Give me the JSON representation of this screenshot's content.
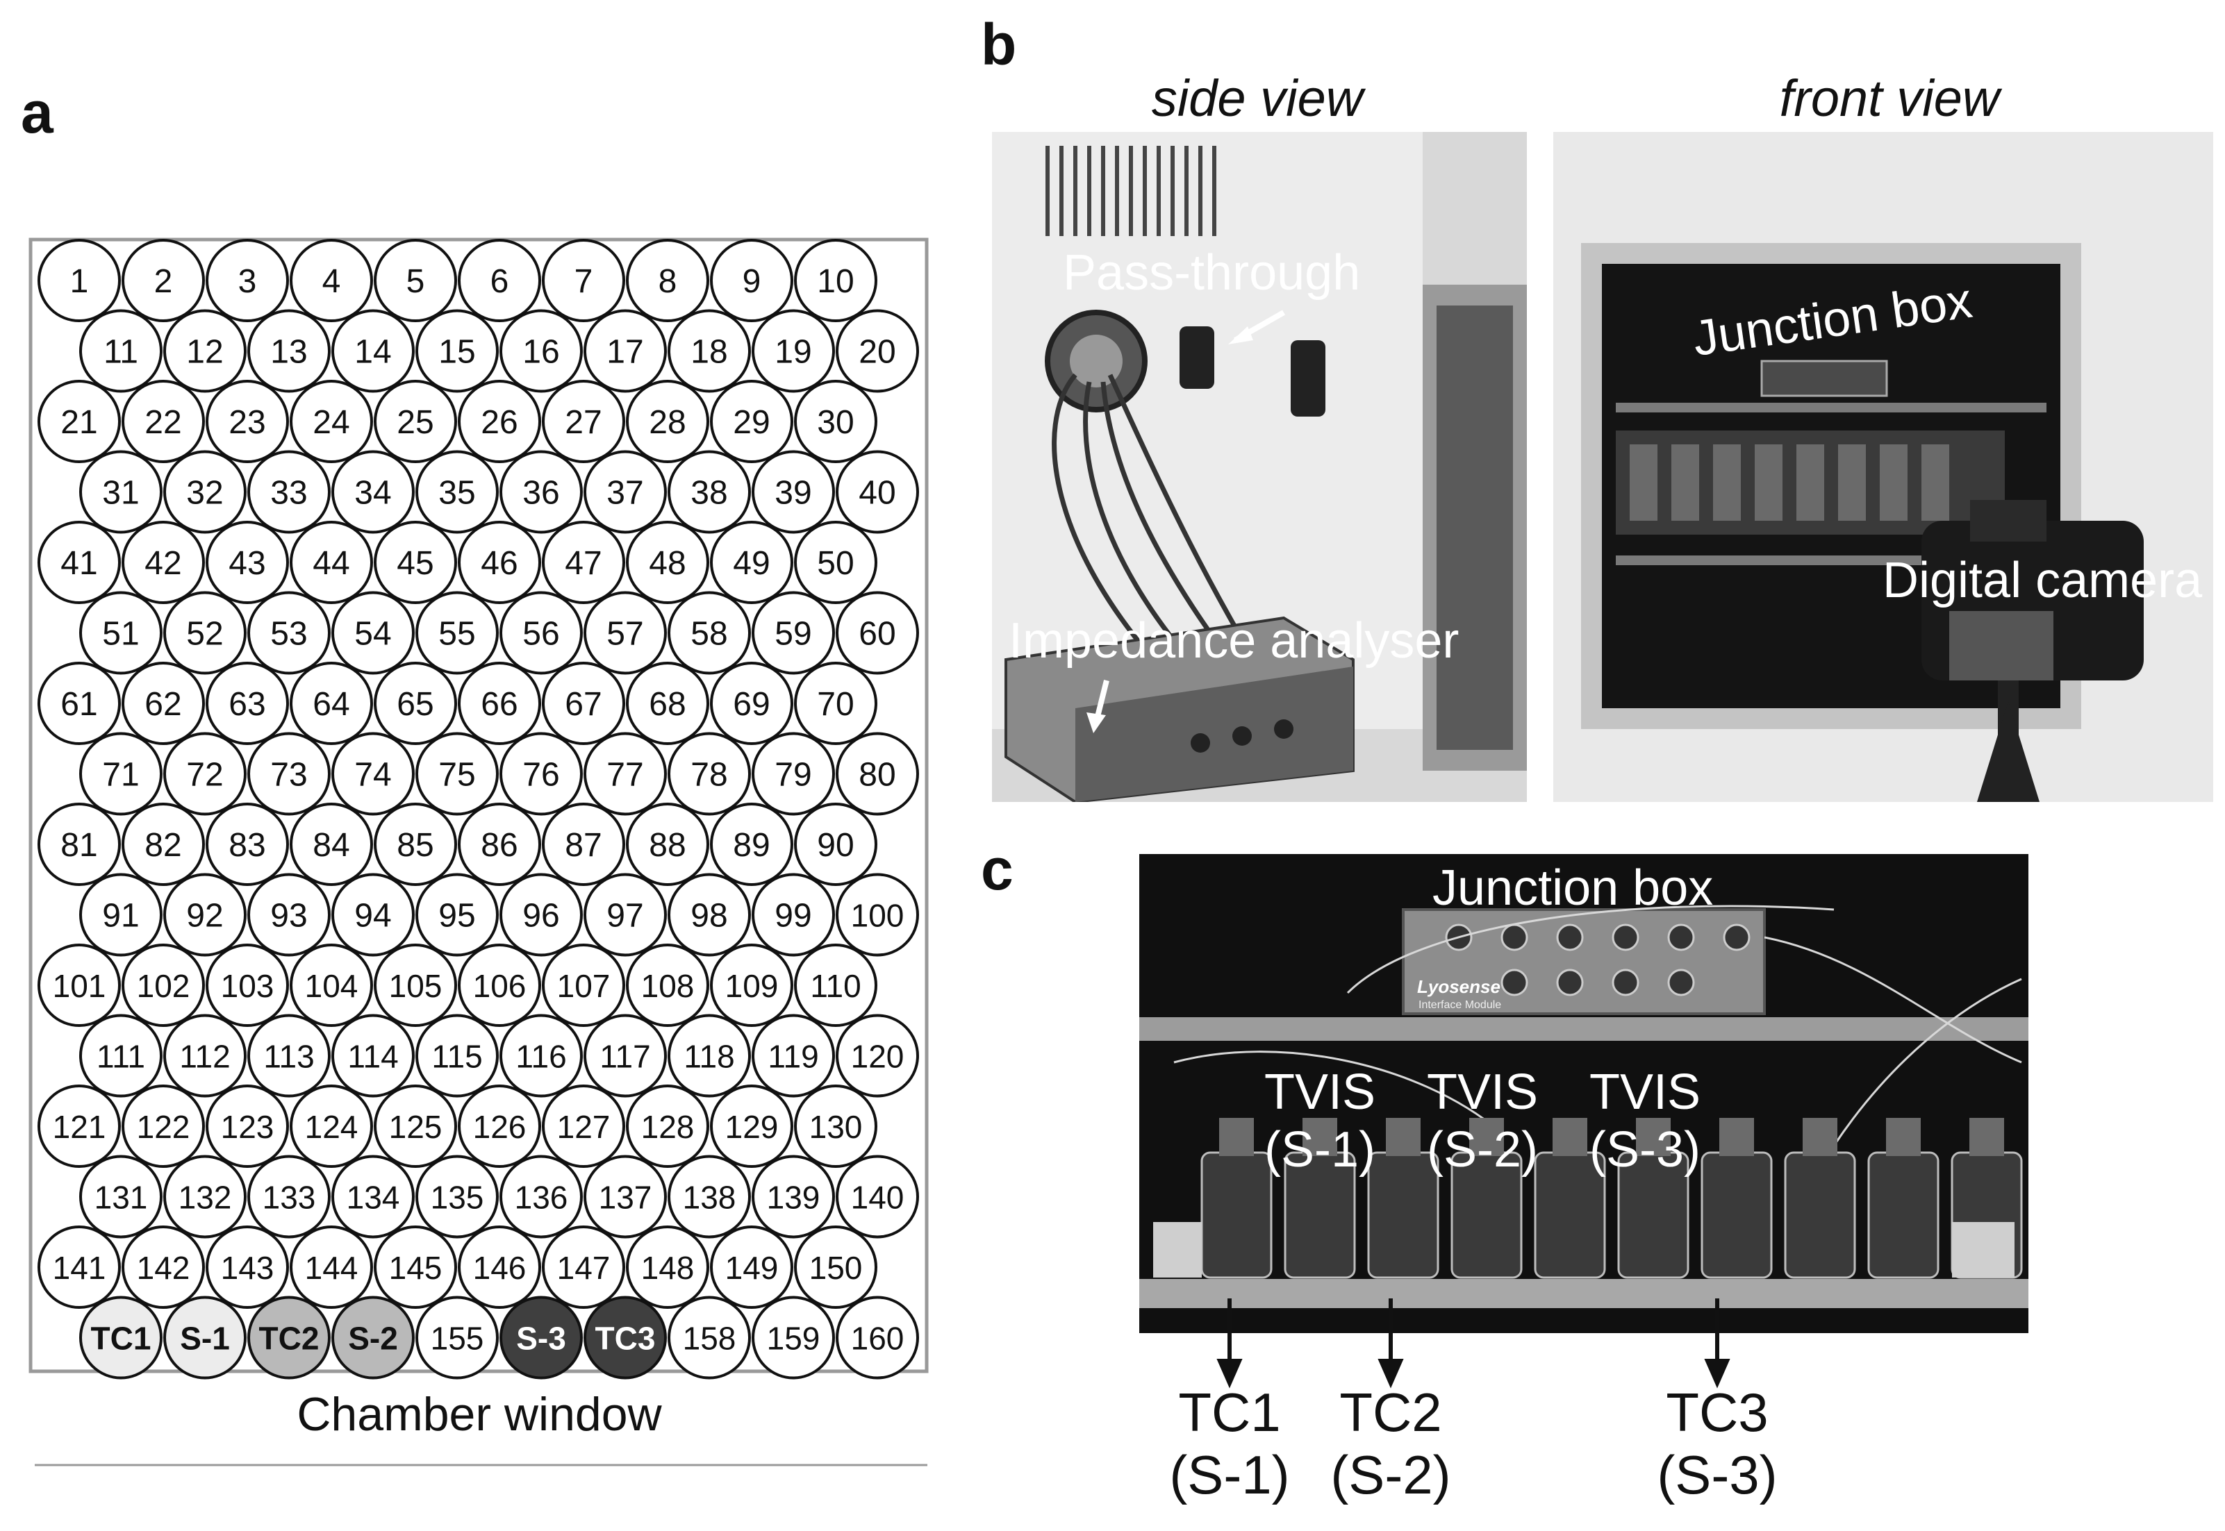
{
  "panels": {
    "a": {
      "letter": "a",
      "caption": "Chamber window",
      "rows": [
        [
          "1",
          "2",
          "3",
          "4",
          "5",
          "6",
          "7",
          "8",
          "9",
          "10"
        ],
        [
          "11",
          "12",
          "13",
          "14",
          "15",
          "16",
          "17",
          "18",
          "19",
          "20"
        ],
        [
          "21",
          "22",
          "23",
          "24",
          "25",
          "26",
          "27",
          "28",
          "29",
          "30"
        ],
        [
          "31",
          "32",
          "33",
          "34",
          "35",
          "36",
          "37",
          "38",
          "39",
          "40"
        ],
        [
          "41",
          "42",
          "43",
          "44",
          "45",
          "46",
          "47",
          "48",
          "49",
          "50"
        ],
        [
          "51",
          "52",
          "53",
          "54",
          "55",
          "56",
          "57",
          "58",
          "59",
          "60"
        ],
        [
          "61",
          "62",
          "63",
          "64",
          "65",
          "66",
          "67",
          "68",
          "69",
          "70"
        ],
        [
          "71",
          "72",
          "73",
          "74",
          "75",
          "76",
          "77",
          "78",
          "79",
          "80"
        ],
        [
          "81",
          "82",
          "83",
          "84",
          "85",
          "86",
          "87",
          "88",
          "89",
          "90"
        ],
        [
          "91",
          "92",
          "93",
          "94",
          "95",
          "96",
          "97",
          "98",
          "99",
          "100"
        ],
        [
          "101",
          "102",
          "103",
          "104",
          "105",
          "106",
          "107",
          "108",
          "109",
          "110"
        ],
        [
          "111",
          "112",
          "113",
          "114",
          "115",
          "116",
          "117",
          "118",
          "119",
          "120"
        ],
        [
          "121",
          "122",
          "123",
          "124",
          "125",
          "126",
          "127",
          "128",
          "129",
          "130"
        ],
        [
          "131",
          "132",
          "133",
          "134",
          "135",
          "136",
          "137",
          "138",
          "139",
          "140"
        ],
        [
          "141",
          "142",
          "143",
          "144",
          "145",
          "146",
          "147",
          "148",
          "149",
          "150"
        ],
        [
          "TC1",
          "S-1",
          "TC2",
          "S-2",
          "155",
          "S-3",
          "TC3",
          "158",
          "159",
          "160"
        ]
      ],
      "special": {
        "TC1": {
          "fill": "#ececec",
          "text": "#111111",
          "bold": true
        },
        "S-1": {
          "fill": "#ececec",
          "text": "#111111",
          "bold": true
        },
        "TC2": {
          "fill": "#b9b9b9",
          "text": "#111111",
          "bold": true
        },
        "S-2": {
          "fill": "#b9b9b9",
          "text": "#111111",
          "bold": true
        },
        "S-3": {
          "fill": "#3f3f3f",
          "text": "#ffffff",
          "bold": true
        },
        "TC3": {
          "fill": "#3f3f3f",
          "text": "#ffffff",
          "bold": true
        }
      }
    },
    "b": {
      "letter": "b",
      "side_title": "side view",
      "front_title": "front view",
      "labels": {
        "pass_through": "Pass-through",
        "impedance": "Impedance analyser",
        "junction": "Junction box",
        "camera": "Digital camera"
      }
    },
    "c": {
      "letter": "c",
      "junction": "Junction box",
      "tvis": [
        {
          "title": "TVIS",
          "sub": "(S-1)"
        },
        {
          "title": "TVIS",
          "sub": "(S-2)"
        },
        {
          "title": "TVIS",
          "sub": "(S-3)"
        }
      ],
      "box_brand": "Lyosense",
      "box_sub": "Interface Module",
      "tc": [
        {
          "name": "TC1",
          "sub": "(S-1)"
        },
        {
          "name": "TC2",
          "sub": "(S-2)"
        },
        {
          "name": "TC3",
          "sub": "(S-3)"
        }
      ]
    }
  }
}
